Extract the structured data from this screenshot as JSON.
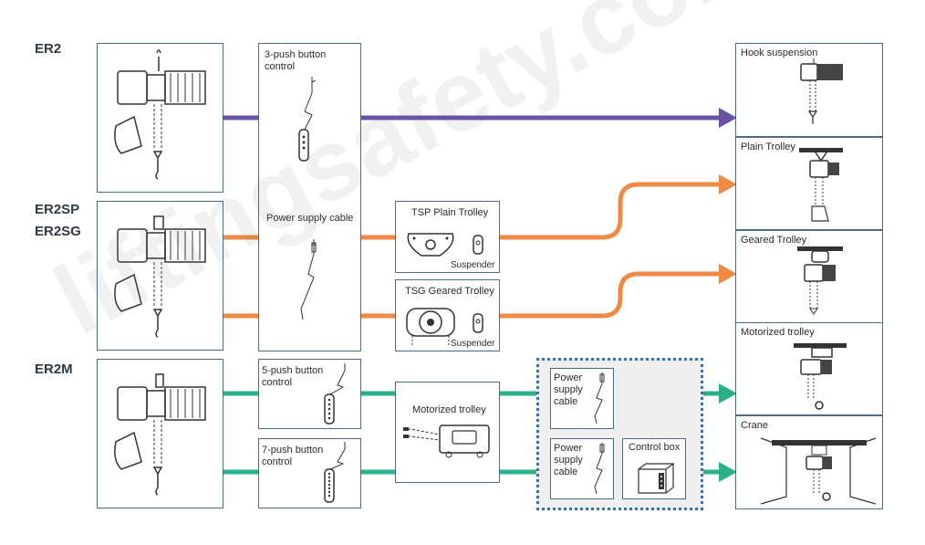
{
  "watermark": "liftingsafety.co.uk",
  "colors": {
    "er2": "#6a52a4",
    "er2s": "#ee8a45",
    "er2m": "#2bb18a",
    "border": "#4a6b82",
    "dotted": "#3f6fa0"
  },
  "models": {
    "er2": "ER2",
    "er2sp": "ER2SP",
    "er2sg": "ER2SG",
    "er2m": "ER2M"
  },
  "controls": {
    "push3": "3-push button\ncontrol",
    "power_cable": "Power supply cable",
    "push5": "5-push button\ncontrol",
    "push7": "7-push button\ncontrol"
  },
  "trolleys": {
    "tsp": "TSP Plain Trolley",
    "tsg": "TSG Geared Trolley",
    "suspender": "Suspender",
    "motorized": "Motorized trolley"
  },
  "extras": {
    "power_supply_cable": "Power\nsupply\ncable",
    "control_box": "Control box"
  },
  "outputs": {
    "hook": "Hook suspension",
    "plain": "Plain Trolley",
    "geared": "Geared Trolley",
    "motorized": "Motorized trolley",
    "crane": "Crane"
  }
}
